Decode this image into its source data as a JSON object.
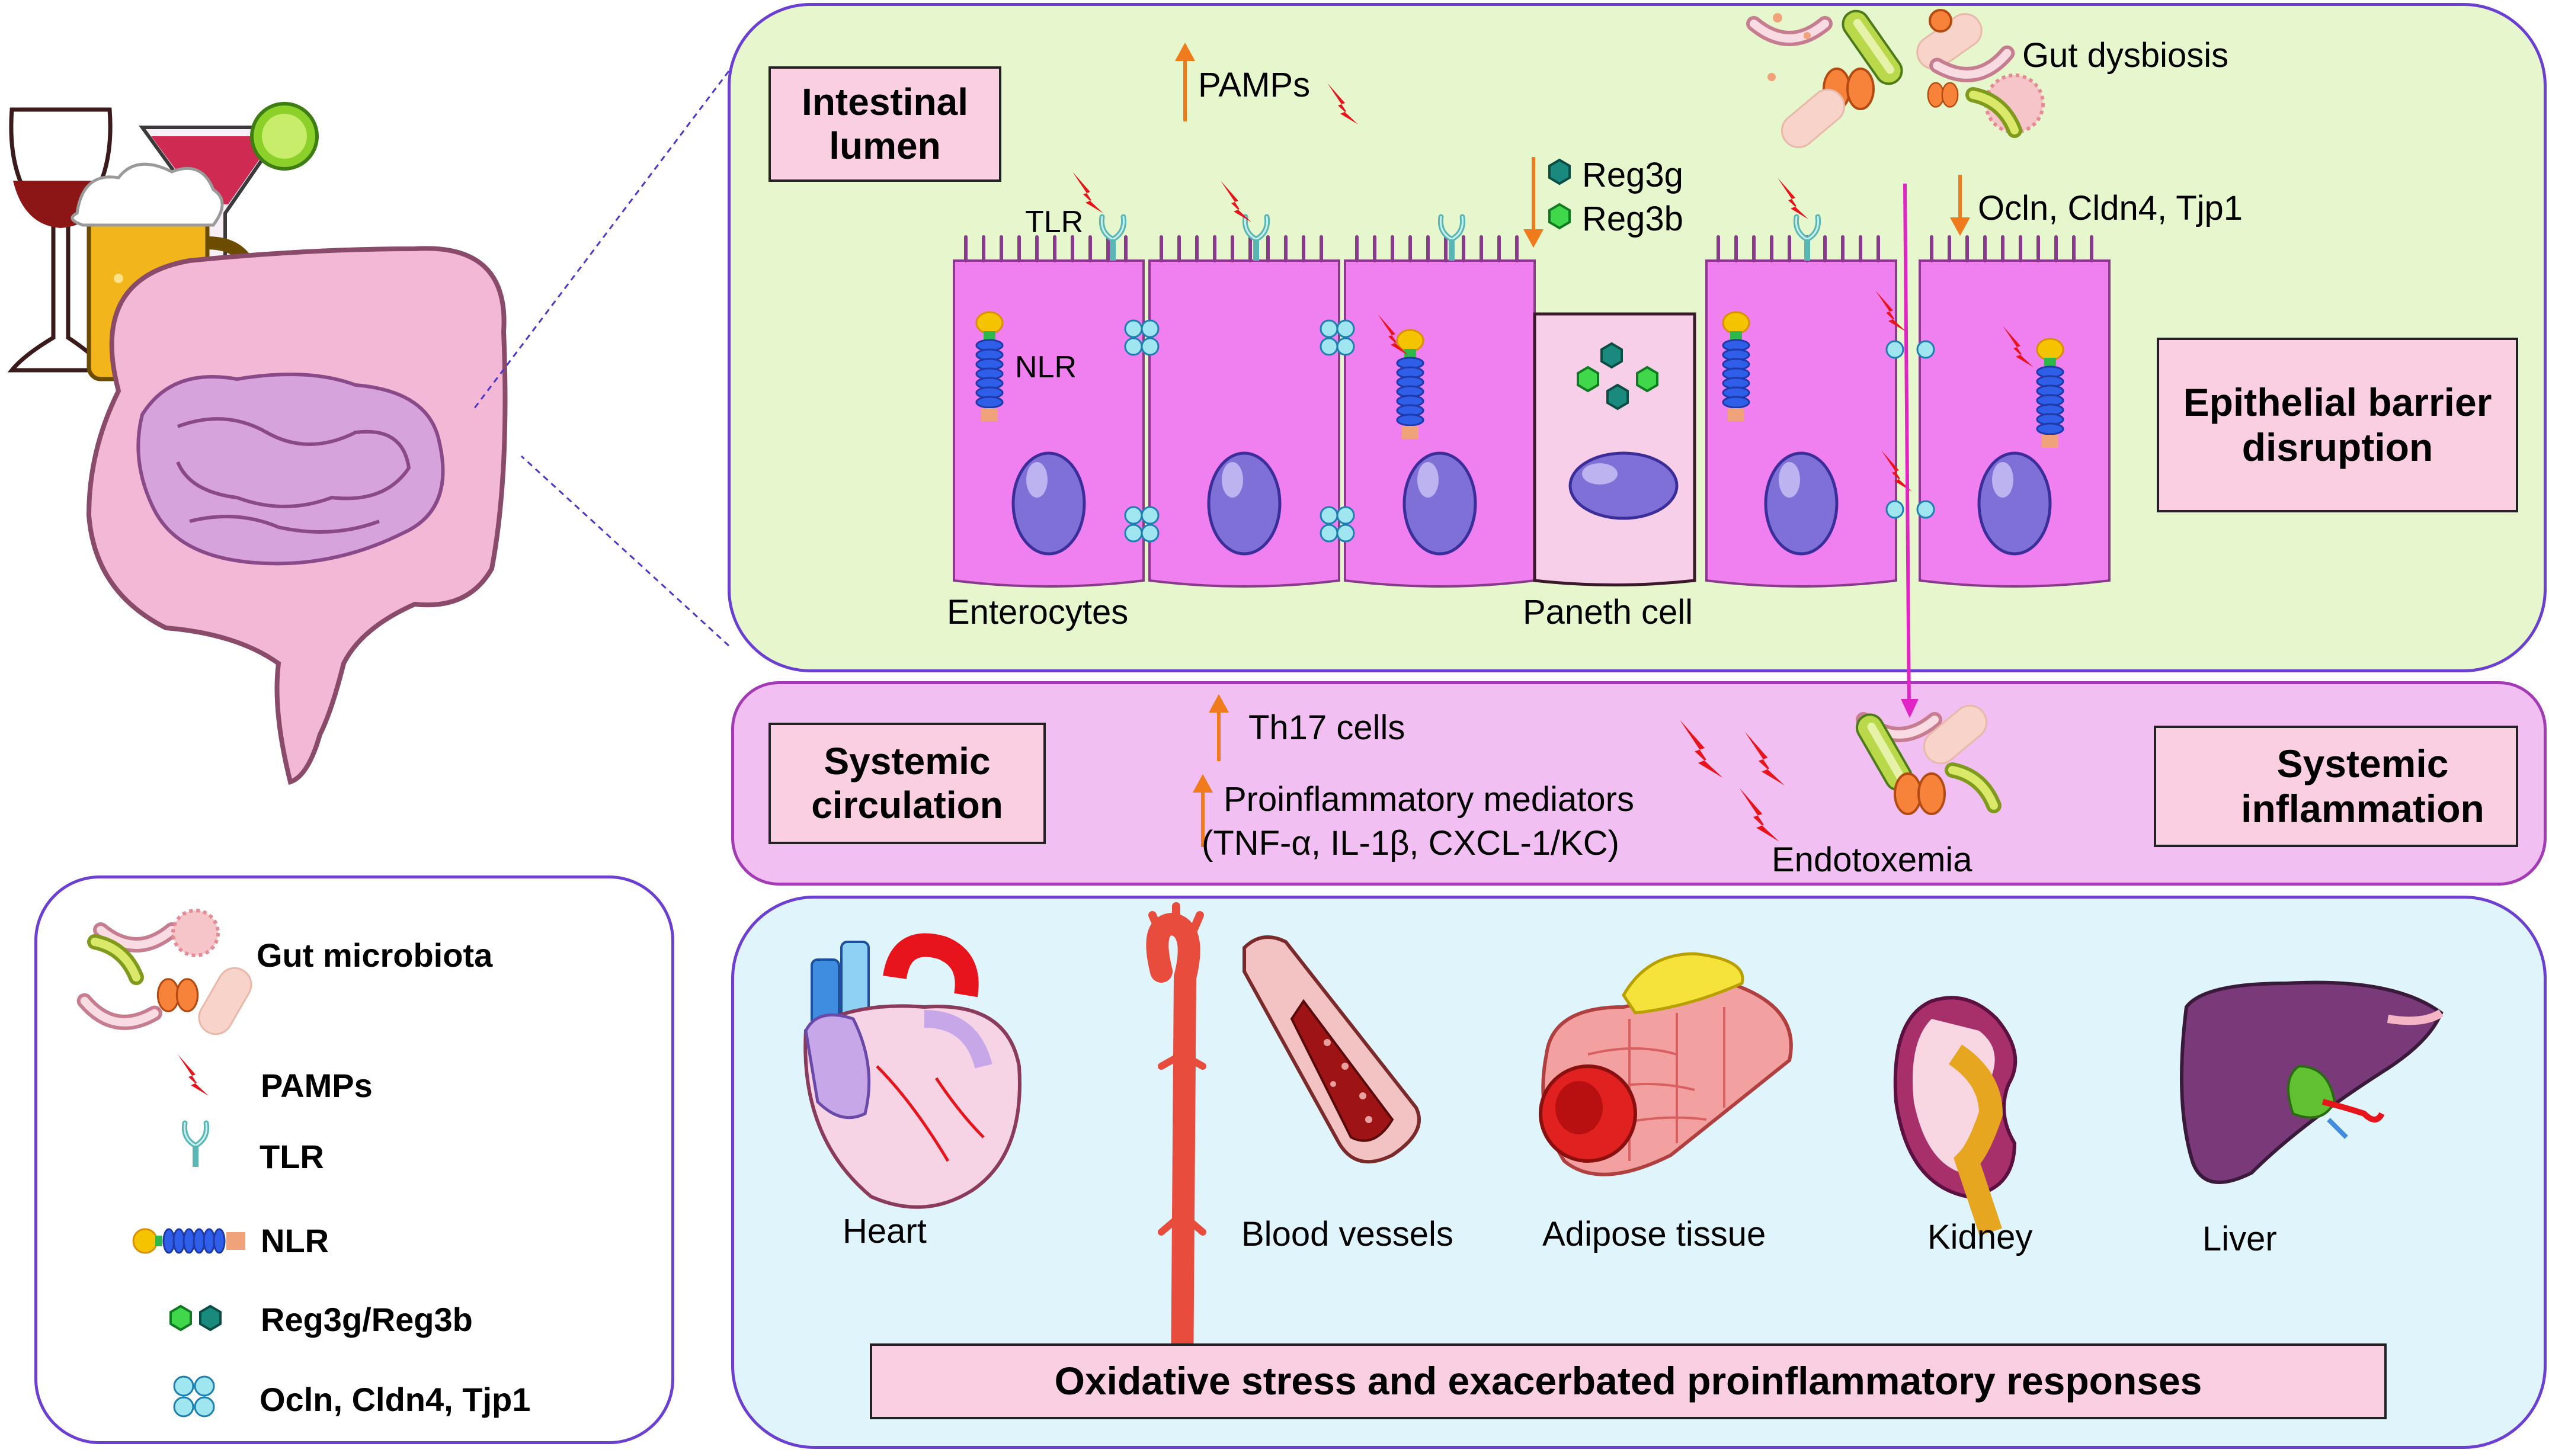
{
  "colors": {
    "lumen_bg": "#e6f7cd",
    "circulation_bg": "#f1bff1",
    "organs_bg": "#e0f4fb",
    "label_box_bg": "#f9cfe1",
    "cell_pink": "#f07ff0",
    "nucleus": "#7f70d8",
    "pamp_red": "#e8141b",
    "arrow_orange": "#f07b1c",
    "tlr_teal": "#59b6b4",
    "junction_blue": "#9fe6f0"
  },
  "lumen": {
    "title": "Intestinal lumen",
    "pamps": "PAMPs",
    "gut_dysbiosis": "Gut dysbiosis",
    "reg3g": "Reg3g",
    "reg3b": "Reg3b",
    "tight_junctions": "Ocln, Cldn4, Tjp1",
    "tlr": "TLR",
    "nlr": "NLR",
    "enterocytes": "Enterocytes",
    "paneth": "Paneth cell",
    "barrier": "Epithelial barrier disruption"
  },
  "circulation": {
    "title": "Systemic circulation",
    "th17": "Th17 cells",
    "mediators_line1": "Proinflammatory mediators",
    "mediators_line2": "(TNF-α, IL-1β, CXCL-1/KC)",
    "endotoxemia": "Endotoxemia",
    "inflammation": "Systemic inflammation"
  },
  "organs": {
    "heart": "Heart",
    "vessels": "Blood vessels",
    "adipose": "Adipose tissue",
    "kidney": "Kidney",
    "liver": "Liver",
    "outcome": "Oxidative stress and exacerbated proinflammatory responses"
  },
  "legend": {
    "microbiota": "Gut microbiota",
    "pamps": "PAMPs",
    "tlr": "TLR",
    "nlr": "NLR",
    "reg": "Reg3g/Reg3b",
    "tj": "Ocln, Cldn4, Tjp1"
  },
  "icons": [
    "wine-glass-icon",
    "cocktail-icon",
    "beer-mug-icon",
    "intestine-icon",
    "pamp-lightning-icon",
    "tlr-receptor-icon",
    "nlr-receptor-icon",
    "reg3-hexagon-icon",
    "tight-junction-icon",
    "bacteria-icon",
    "heart-icon",
    "aorta-icon",
    "blood-vessel-icon",
    "adipose-tissue-icon",
    "kidney-icon",
    "liver-icon"
  ]
}
